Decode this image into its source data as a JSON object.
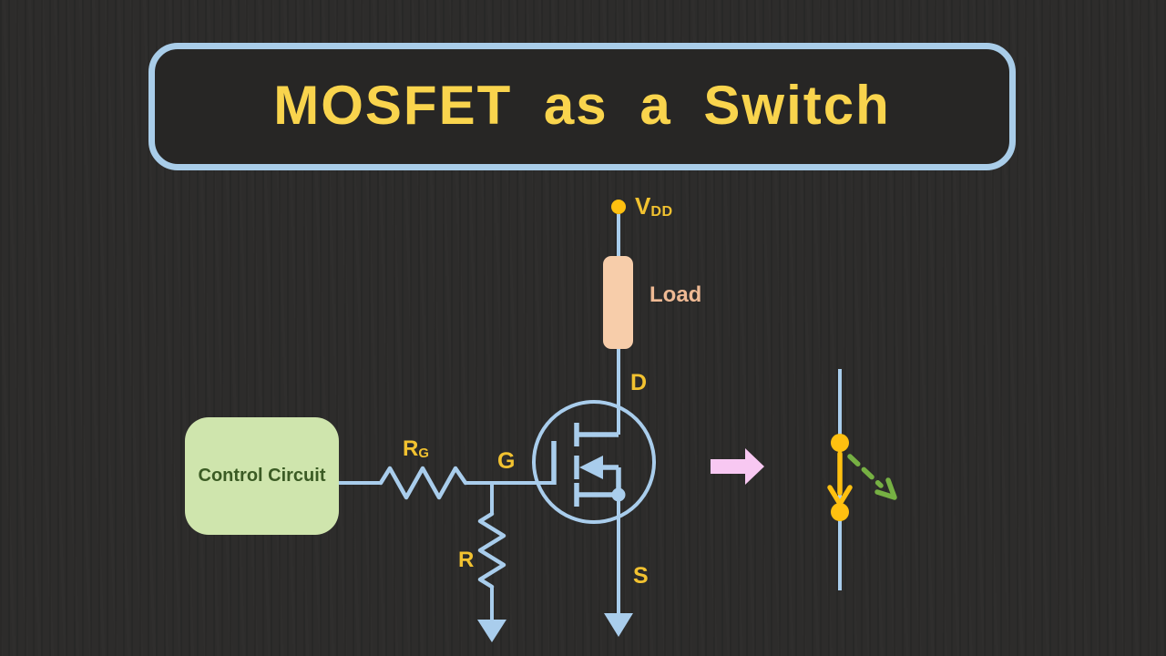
{
  "title": {
    "text": "MOSFET as a Switch"
  },
  "circuit": {
    "supply_label": {
      "main": "V",
      "sub": "DD"
    },
    "load_label": "Load",
    "drain_label": "D",
    "gate_label": "G",
    "source_label": "S",
    "gate_resistor_label": {
      "main": "R",
      "sub": "G"
    },
    "pulldown_resistor_label": "R",
    "control_box_label": "Control Circuit"
  },
  "icons": {
    "vdd_terminal": "supply-terminal-dot",
    "load": "load-block",
    "mosfet": "n-channel-mosfet-symbol",
    "gate_resistor": "resistor-zigzag",
    "pulldown_resistor": "resistor-zigzag",
    "ground": "ground-arrow",
    "transition": "right-block-arrow",
    "switch": "closing-switch",
    "switch_closed_motion": "down-arrow",
    "switch_open_position": "dashed-diagonal-arrow"
  },
  "colors": {
    "background": "#2d2c2b",
    "wire_blue": "#a9cdec",
    "title_yellow": "#f9d44d",
    "title_border_blue": "#a9cde9",
    "label_yellow": "#f2c230",
    "load_fill": "#f7cdaa",
    "load_label": "#efba94",
    "control_box_fill": "#cfe5ad",
    "control_text_green": "#3b5b24",
    "pink_arrow": "#f8c8f2",
    "dot_orange": "#ffc010",
    "open_arrow_green": "#76b043"
  }
}
